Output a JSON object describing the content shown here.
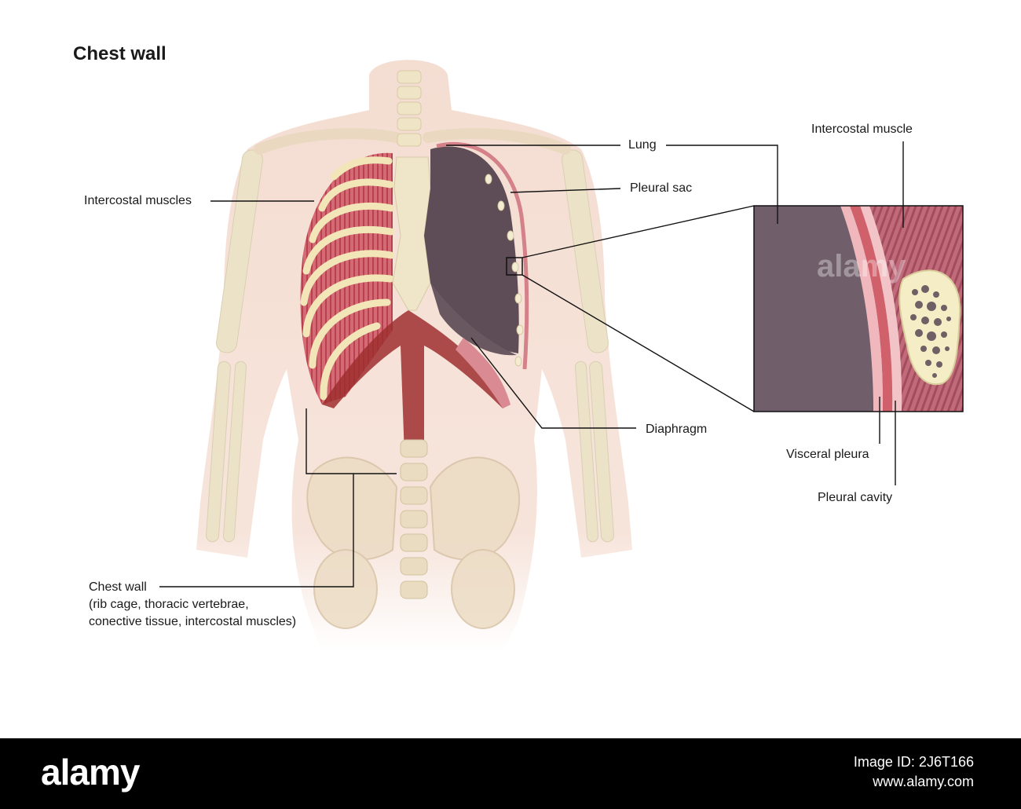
{
  "title": "Chest wall",
  "labels": {
    "lung": "Lung",
    "pleural_sac": "Pleural sac",
    "intercostal_muscles": "Intercostal muscles",
    "intercostal_muscle": "Intercostal muscle",
    "diaphragm": "Diaphragm",
    "visceral_pleura": "Visceral pleura",
    "pleural_cavity": "Pleural cavity",
    "chest_wall": {
      "line1": "Chest wall",
      "line2": "(rib cage, thoracic vertebrae,",
      "line3": "conective tissue, intercostal muscles)"
    }
  },
  "watermark": "alamy",
  "footer": {
    "brand": "alamy",
    "image_id": "Image ID: 2J6T166",
    "url": "www.alamy.com"
  },
  "colors": {
    "skin": "#f3d9cc",
    "bone": "#f1ead0",
    "muscle": "#c9505e",
    "lung": "#5e4c56",
    "diaphragm": "#9e2f2f",
    "footer_bg": "#000000"
  }
}
